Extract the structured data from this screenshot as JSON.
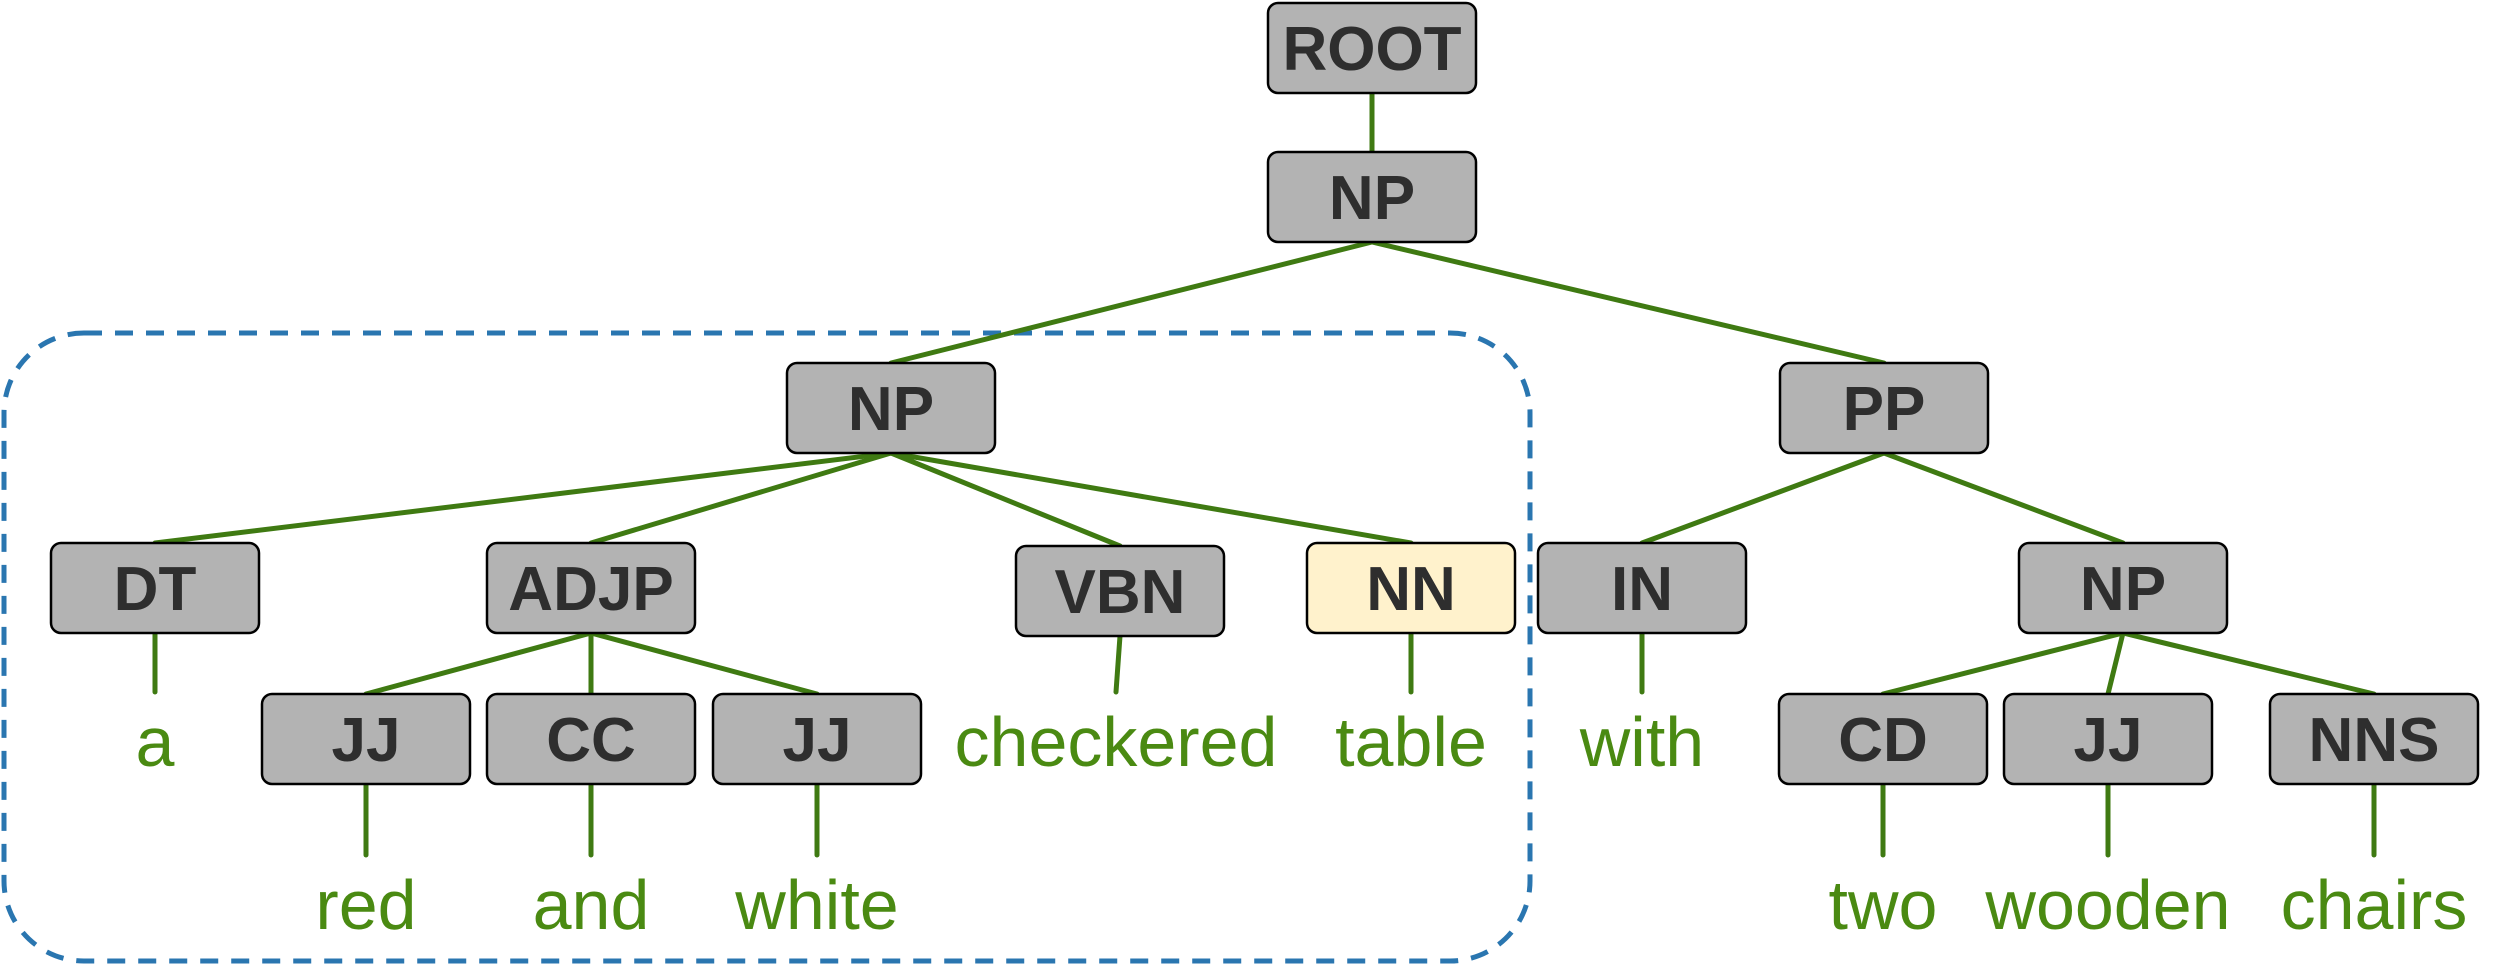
{
  "title": "",
  "colors": {
    "edge": "#3f7a12",
    "node_fill": "#b3b3b3",
    "node_text": "#2e2e2e",
    "highlight_fill": "#fff2cc",
    "highlight_stroke": "#d6b656",
    "highlight_text": "#000000",
    "word": "#4a8a12",
    "group_border": "#2a76b0"
  },
  "tree": {
    "tags": [
      {
        "id": "root",
        "label": "ROOT"
      },
      {
        "id": "np_top",
        "label": "NP"
      },
      {
        "id": "np_left",
        "label": "NP"
      },
      {
        "id": "pp",
        "label": "PP"
      },
      {
        "id": "dt",
        "label": "DT"
      },
      {
        "id": "adjp",
        "label": "ADJP"
      },
      {
        "id": "vbn",
        "label": "VBN"
      },
      {
        "id": "nn",
        "label": "NN",
        "highlight": true
      },
      {
        "id": "in",
        "label": "IN"
      },
      {
        "id": "np_right",
        "label": "NP"
      },
      {
        "id": "jj_red",
        "label": "JJ"
      },
      {
        "id": "cc",
        "label": "CC"
      },
      {
        "id": "jj_white",
        "label": "JJ"
      },
      {
        "id": "cd",
        "label": "CD"
      },
      {
        "id": "jj_wooden",
        "label": "JJ"
      },
      {
        "id": "nns",
        "label": "NNS"
      }
    ],
    "words": [
      {
        "id": "w_a",
        "text": "a",
        "parent": "dt"
      },
      {
        "id": "w_checkered",
        "text": "checkered",
        "parent": "vbn"
      },
      {
        "id": "w_table",
        "text": "table",
        "parent": "nn"
      },
      {
        "id": "w_with",
        "text": "with",
        "parent": "in"
      },
      {
        "id": "w_red",
        "text": "red",
        "parent": "jj_red"
      },
      {
        "id": "w_and",
        "text": "and",
        "parent": "cc"
      },
      {
        "id": "w_white",
        "text": "white",
        "parent": "jj_white"
      },
      {
        "id": "w_two",
        "text": "two",
        "parent": "cd"
      },
      {
        "id": "w_wooden",
        "text": "wooden",
        "parent": "jj_wooden"
      },
      {
        "id": "w_chairs",
        "text": "chairs",
        "parent": "nns"
      }
    ],
    "edges": [
      [
        "root",
        "np_top"
      ],
      [
        "np_top",
        "np_left"
      ],
      [
        "np_top",
        "pp"
      ],
      [
        "np_left",
        "dt"
      ],
      [
        "np_left",
        "adjp"
      ],
      [
        "np_left",
        "vbn"
      ],
      [
        "np_left",
        "nn"
      ],
      [
        "pp",
        "in"
      ],
      [
        "pp",
        "np_right"
      ],
      [
        "adjp",
        "jj_red"
      ],
      [
        "adjp",
        "cc"
      ],
      [
        "adjp",
        "jj_white"
      ],
      [
        "np_right",
        "cd"
      ],
      [
        "np_right",
        "jj_wooden"
      ],
      [
        "np_right",
        "nns"
      ]
    ],
    "group": {
      "covers": "np_left"
    }
  }
}
